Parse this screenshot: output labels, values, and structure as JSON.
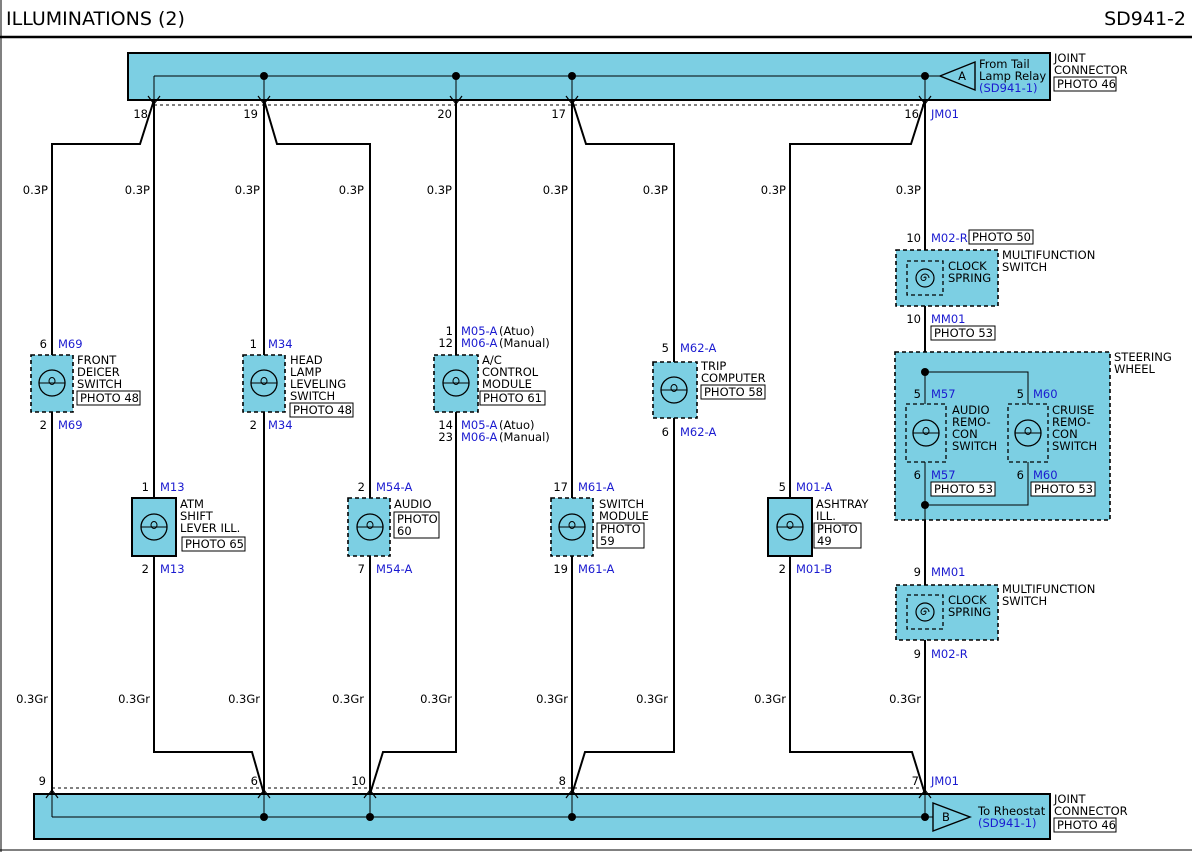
{
  "header": {
    "title": "ILLUMINATIONS (2)",
    "page_id": "SD941-2"
  },
  "colors": {
    "component_fill": "#7ccfe3",
    "ref_blue": "#1a1ad0",
    "wire": "#000000"
  },
  "top_joint": {
    "label_line1": "JOINT",
    "label_line2": "CONNECTOR",
    "photo": "PHOTO 46",
    "connector_id": "JM01",
    "source_letter": "A",
    "source_line1": "From Tail",
    "source_line2": "Lamp Relay",
    "source_ref": "(SD941-1)",
    "pins": [
      "18",
      "19",
      "20",
      "17",
      "16"
    ]
  },
  "bottom_joint": {
    "label_line1": "JOINT",
    "label_line2": "CONNECTOR",
    "photo": "PHOTO 46",
    "connector_id": "JM01",
    "dest_letter": "B",
    "dest_line1": "To Rheostat",
    "dest_ref": "(SD941-1)",
    "pins": [
      "9",
      "6",
      "10",
      "8",
      "7"
    ]
  },
  "wire_labels": {
    "upper": "0.3P",
    "lower": "0.3Gr"
  },
  "components": {
    "front_deicer": {
      "pin_top": "6",
      "conn_top": "M69",
      "pin_bot": "2",
      "conn_bot": "M69",
      "line1": "FRONT",
      "line2": "DEICER",
      "line3": "SWITCH",
      "photo": "PHOTO 48"
    },
    "atm_shift": {
      "pin_top": "1",
      "conn_top": "M13",
      "pin_bot": "2",
      "conn_bot": "M13",
      "line1": "ATM",
      "line2": "SHIFT",
      "line3": "LEVER ILL.",
      "photo": "PHOTO 65"
    },
    "head_lamp": {
      "pin_top": "1",
      "conn_top": "M34",
      "pin_bot": "2",
      "conn_bot": "M34",
      "line1": "HEAD",
      "line2": "LAMP",
      "line3": "LEVELING",
      "line4": "SWITCH",
      "photo": "PHOTO 48"
    },
    "audio": {
      "pin_top": "2",
      "conn_top": "M54-A",
      "pin_bot": "7",
      "conn_bot": "M54-A",
      "line1": "AUDIO",
      "photo_line1": "PHOTO",
      "photo_line2": "60"
    },
    "ac_control": {
      "pin_top1": "1",
      "conn_top1": "M05-A",
      "note_top1": "(Atuo)",
      "pin_top2": "12",
      "conn_top2": "M06-A",
      "note_top2": "(Manual)",
      "pin_bot1": "14",
      "conn_bot1": "M05-A",
      "note_bot1": "(Atuo)",
      "pin_bot2": "23",
      "conn_bot2": "M06-A",
      "note_bot2": "(Manual)",
      "line1": "A/C",
      "line2": "CONTROL",
      "line3": "MODULE",
      "photo": "PHOTO 61"
    },
    "switch_module": {
      "pin_top": "17",
      "conn_top": "M61-A",
      "pin_bot": "19",
      "conn_bot": "M61-A",
      "line1": "SWITCH",
      "line2": "MODULE",
      "photo_line1": "PHOTO",
      "photo_line2": "59"
    },
    "trip_computer": {
      "pin_top": "5",
      "conn_top": "M62-A",
      "pin_bot": "6",
      "conn_bot": "M62-A",
      "line1": "TRIP",
      "line2": "COMPUTER",
      "photo": "PHOTO 58"
    },
    "ashtray": {
      "pin_top": "5",
      "conn_top": "M01-A",
      "pin_bot": "2",
      "conn_bot": "M01-B",
      "line1": "ASHTRAY",
      "line2": "ILL.",
      "photo_line1": "PHOTO",
      "photo_line2": "49"
    },
    "clock_spring_top": {
      "pin_top": "10",
      "conn_top": "M02-R",
      "photo_top": "PHOTO 50",
      "pin_bot": "10",
      "conn_bot": "MM01",
      "photo_bot": "PHOTO 53",
      "line1": "CLOCK",
      "line2": "SPRING",
      "side1": "MULTIFUNCTION",
      "side2": "SWITCH"
    },
    "steering_wheel": {
      "label1": "STEERING",
      "label2": "WHEEL",
      "audio_remo": {
        "pin_top": "5",
        "conn_top": "M57",
        "pin_bot": "6",
        "conn_bot": "M57",
        "line1": "AUDIO",
        "line2": "REMO-",
        "line3": "CON",
        "line4": "SWITCH",
        "photo": "PHOTO 53"
      },
      "cruise_remo": {
        "pin_top": "5",
        "conn_top": "M60",
        "pin_bot": "6",
        "conn_bot": "M60",
        "line1": "CRUISE",
        "line2": "REMO-",
        "line3": "CON",
        "line4": "SWITCH",
        "photo": "PHOTO 53"
      }
    },
    "clock_spring_bot": {
      "pin_top": "9",
      "conn_top": "MM01",
      "pin_bot": "9",
      "conn_bot": "M02-R",
      "line1": "CLOCK",
      "line2": "SPRING",
      "side1": "MULTIFUNCTION",
      "side2": "SWITCH"
    }
  }
}
